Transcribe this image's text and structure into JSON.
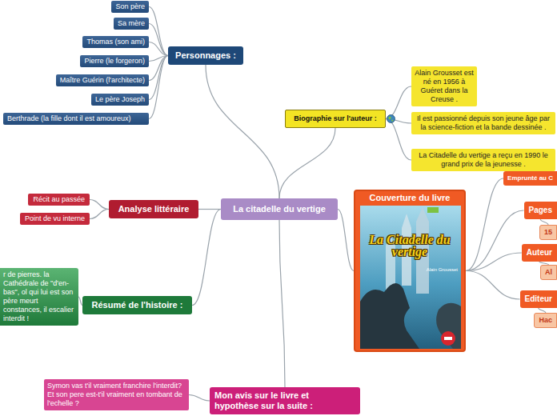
{
  "diagram": {
    "nodes": [
      {
        "text": [
          "La citadelle du vertige"
        ]
      },
      {
        "text": [
          "Personnages :"
        ]
      },
      {
        "text": [
          "Son père"
        ]
      },
      {
        "text": [
          "Sa mère"
        ]
      },
      {
        "text": [
          "Thomas (son ami)"
        ]
      },
      {
        "text": [
          "Pierre (le forgeron)"
        ]
      },
      {
        "text": [
          "Maître Guérin (l'architecte)"
        ]
      },
      {
        "text": [
          "Le père Joseph"
        ]
      },
      {
        "text": [
          "Berthrade (la fille dont il est amoureux)"
        ]
      },
      {
        "text": [
          "Biographie sur l'auteur :"
        ]
      },
      {
        "text": [
          "Alain Grousset est né en 1956 à Guéret dans la Creuse ."
        ]
      },
      {
        "text": [
          "Il est passionné depuis son jeune âge par la science-fiction et la bande dessinée ."
        ]
      },
      {
        "text": [
          "La Citadelle du vertige a reçu en 1990 le grand prix de la jeunesse ."
        ]
      },
      {
        "text": [
          "Couverture du livre"
        ]
      },
      {
        "text": [
          "Emprunté au C"
        ]
      },
      {
        "text": [
          "Pages"
        ]
      },
      {
        "text": [
          "15"
        ]
      },
      {
        "text": [
          "Auteur"
        ]
      },
      {
        "text": [
          "Al"
        ]
      },
      {
        "text": [
          "Editeur"
        ]
      },
      {
        "text": [
          "Hac"
        ]
      },
      {
        "text": [
          "Analyse littéraire"
        ]
      },
      {
        "text": [
          "Récit au passée"
        ]
      },
      {
        "text": [
          "Point de vu interne"
        ]
      },
      {
        "text": [
          "Résumé de l'histoire :"
        ]
      },
      {
        "text": [
          "r de pierres. la Cathédrale de \"d'en-bas\", ol qui lui est son père meurt constances, il escalier interdit !"
        ]
      },
      {
        "text": [
          "Mon avis sur le livre et hypothèse sur la suite :"
        ]
      },
      {
        "text": [
          "Symon vas t'il vraiment franchire l'interdit?Et son pere est-t'il vraiment en tombant de l'echelle ?"
        ]
      }
    ],
    "edges": [
      {
        "from": 0,
        "to": 1,
        "arrow": "none"
      },
      {
        "from": 1,
        "to": 2,
        "arrow": "none"
      },
      {
        "from": 1,
        "to": 3,
        "arrow": "none"
      },
      {
        "from": 1,
        "to": 4,
        "arrow": "none"
      },
      {
        "from": 1,
        "to": 5,
        "arrow": "none"
      },
      {
        "from": 1,
        "to": 6,
        "arrow": "none"
      },
      {
        "from": 1,
        "to": 7,
        "arrow": "none"
      },
      {
        "from": 1,
        "to": 8,
        "arrow": "none"
      },
      {
        "from": 0,
        "to": 9,
        "arrow": "none"
      },
      {
        "from": 9,
        "to": 10,
        "arrow": "none"
      },
      {
        "from": 9,
        "to": 11,
        "arrow": "none"
      },
      {
        "from": 9,
        "to": 12,
        "arrow": "none"
      },
      {
        "from": 0,
        "to": 13,
        "arrow": "none"
      },
      {
        "from": 13,
        "to": 14,
        "arrow": "none"
      },
      {
        "from": 13,
        "to": 15,
        "arrow": "none"
      },
      {
        "from": 15,
        "to": 16,
        "arrow": "none"
      },
      {
        "from": 13,
        "to": 17,
        "arrow": "none"
      },
      {
        "from": 17,
        "to": 18,
        "arrow": "none"
      },
      {
        "from": 13,
        "to": 19,
        "arrow": "none"
      },
      {
        "from": 19,
        "to": 20,
        "arrow": "none"
      },
      {
        "from": 0,
        "to": 21,
        "arrow": "none"
      },
      {
        "from": 21,
        "to": 22,
        "arrow": "none"
      },
      {
        "from": 21,
        "to": 23,
        "arrow": "none"
      },
      {
        "from": 0,
        "to": 24,
        "arrow": "none"
      },
      {
        "from": 24,
        "to": 25,
        "arrow": "none"
      },
      {
        "from": 0,
        "to": 26,
        "arrow": "none"
      },
      {
        "from": 26,
        "to": 27,
        "arrow": "none"
      }
    ],
    "labels": [
      "La Citadelle du vertige",
      "Alain Grousset"
    ]
  }
}
